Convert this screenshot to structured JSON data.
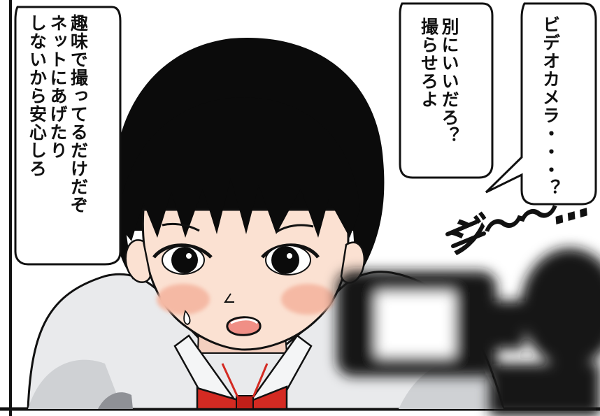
{
  "panel": {
    "bubble_left": "趣味で撮ってるだけだぞ\nネットにあげたり\nしないから安心しろ",
    "bubble_mid": "別にいいだろ？\n撮らせろよ",
    "bubble_right": "ビデオカメラ・・・？",
    "sfx": "ジ〜〜…",
    "colors": {
      "hair": "#0b0b0b",
      "skin": "#fbe1d2",
      "blush": "#f5b9a4",
      "shirt": "#e9eaec",
      "ribbon": "#d42a22",
      "camera": "#141414",
      "outline": "#111111",
      "paper": "#ffffff"
    }
  }
}
